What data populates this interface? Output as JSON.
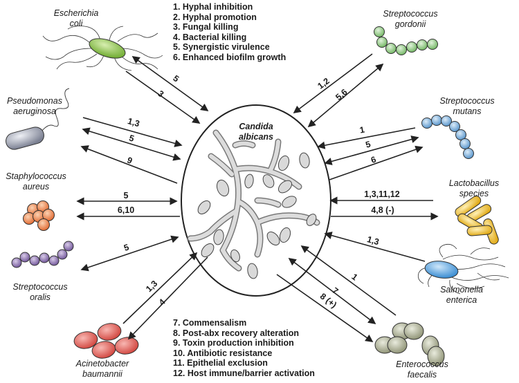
{
  "center": {
    "line1": "Candida",
    "line2": "albicans"
  },
  "legend_top": [
    "1. Hyphal inhibition",
    "2. Hyphal promotion",
    "3. Fungal killing",
    "4. Bacterial killing",
    "5. Synergistic virulence",
    "6. Enhanced biofilm growth"
  ],
  "legend_bottom": [
    "7. Commensalism",
    "8. Post-abx recovery alteration",
    "9. Toxin production inhibition",
    "10. Antibiotic resistance",
    "11. Epithelial exclusion",
    "12. Host immune/barrier activation"
  ],
  "organisms": {
    "e_coli": {
      "line1": "Escherichia",
      "line2": "coli"
    },
    "pseudomonas": {
      "line1": "Pseudomonas",
      "line2": "aeruginosa"
    },
    "staphylococcus": {
      "line1": "Staphylococcus",
      "line2": "aureus"
    },
    "strep_oralis": {
      "line1": "Streptococcus",
      "line2": "oralis"
    },
    "acinetobacter": {
      "line1": "Acinetobacter",
      "line2": "baumannii"
    },
    "strep_gordonii": {
      "line1": "Streptococcus",
      "line2": "gordonii"
    },
    "strep_mutans": {
      "line1": "Streptococcus",
      "line2": "mutans"
    },
    "lactobacillus": {
      "line1": "Lactobacillus",
      "line2": "species"
    },
    "salmonella": {
      "line1": "Salmonella",
      "line2": "enterica"
    },
    "enterococcus": {
      "line1": "Enterococcus",
      "line2": "faecalis"
    }
  },
  "arrow_labels": {
    "e_coli_a": "5",
    "e_coli_b": "3",
    "pseudomonas_a": "1,3",
    "pseudomonas_b": "5",
    "pseudomonas_c": "9",
    "staph_a": "5",
    "staph_b": "6,10",
    "oralis": "5",
    "acinetobacter_a": "1,3",
    "acinetobacter_b": "4",
    "gordonii_a": "1,2",
    "gordonii_b": "5,6",
    "mutans_a": "1",
    "mutans_b": "5",
    "mutans_c": "6",
    "lacto_a": "1,3,11,12",
    "lacto_b": "4,8 (-)",
    "salmonella": "1,3",
    "enterococcus_a": "1",
    "enterococcus_b": "7",
    "enterococcus_c": "8 (+)"
  },
  "colors": {
    "e_coli": "#8cc63f",
    "pseudomonas": "#a7abb8",
    "staphylococcus": "#f08a4b",
    "strep_oralis": "#8e73b3",
    "acinetobacter": "#e8605a",
    "strep_gordonii": "#9bcf8f",
    "strep_mutans": "#7fb3e0",
    "lactobacillus": "#f5c842",
    "salmonella": "#5aa9e6",
    "enterococcus": "#b5b8a0",
    "hyphae": "#d6d6d6",
    "arrows": "#222222"
  }
}
